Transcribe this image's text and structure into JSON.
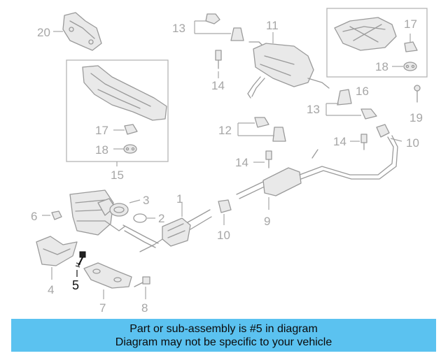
{
  "callouts": {
    "c1": "1",
    "c2": "2",
    "c3": "3",
    "c4": "4",
    "c5": "5",
    "c6": "6",
    "c7": "7",
    "c8": "8",
    "c9": "9",
    "c10a": "10",
    "c10b": "10",
    "c11": "11",
    "c12": "12",
    "c13a": "13",
    "c13b": "13",
    "c14a": "14",
    "c14b": "14",
    "c14c": "14",
    "c15": "15",
    "c16": "16",
    "c17a": "17",
    "c17b": "17",
    "c18a": "18",
    "c18b": "18",
    "c19": "19",
    "c20": "20"
  },
  "highlighted_part": "5",
  "banner": {
    "line1": "Part or sub-assembly is #5 in diagram",
    "line2": "Diagram may not be specific to your vehicle",
    "color": "#5bc2f0"
  },
  "colors": {
    "part_line": "#9a9a9a",
    "label": "#a6a6a6",
    "highlight": "#111111"
  }
}
